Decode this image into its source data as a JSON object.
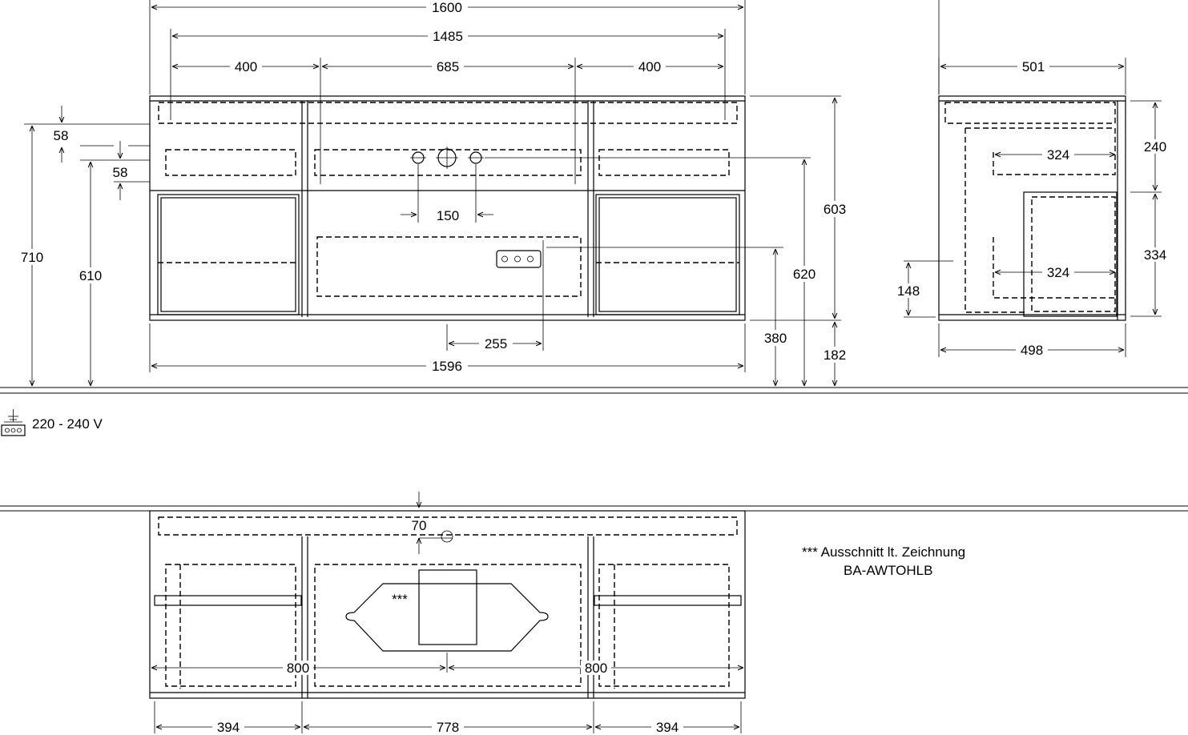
{
  "front_view": {
    "dims": {
      "total_width": "1600",
      "inner_width": "1485",
      "left_section": "400",
      "middle_section": "685",
      "right_section": "400",
      "top_offset_1": "58",
      "top_offset_2": "58",
      "total_height": "710",
      "height_610": "610",
      "tap_spacing": "150",
      "socket_offset": "255",
      "base_width": "1596",
      "side_height_603": "603",
      "height_620": "620",
      "socket_height": "380",
      "plinth_height": "182"
    }
  },
  "side_view": {
    "dims": {
      "top_depth": "501",
      "bottom_depth": "498",
      "upper_drawer_depth": "324",
      "lower_drawer_depth": "324",
      "upper_height": "240",
      "lower_height": "334",
      "socket_height": "148"
    }
  },
  "electrical": {
    "voltage": "220 - 240 V"
  },
  "top_view": {
    "dims": {
      "back_offset": "70",
      "half_left": "800",
      "half_right": "800",
      "bottom_left": "394",
      "bottom_middle": "778",
      "bottom_right": "394"
    },
    "cutout_marker": "***"
  },
  "note": {
    "line1": "*** Ausschnitt lt. Zeichnung",
    "line2": "BA-AWTOHLB"
  }
}
